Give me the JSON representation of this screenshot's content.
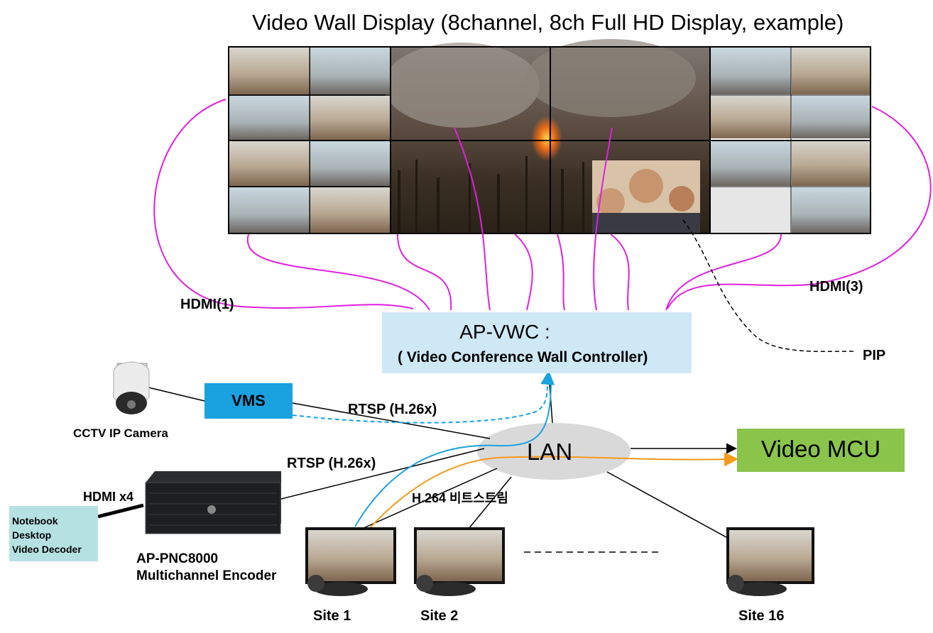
{
  "title": "Video Wall Display (8channel, 8ch Full HD Display, example)",
  "controller": {
    "name": "AP-VWC :",
    "subtitle": "( Video Conference Wall Controller)"
  },
  "labels": {
    "hdmi1": "HDMI(1)",
    "hdmi3": "HDMI(3)",
    "pip": "PIP",
    "rtsp_top": "RTSP (H.26x)",
    "rtsp_bottom": "RTSP (H.26x)",
    "h264": "H.264 비트스트림",
    "hdmi_x4": "HDMI x4",
    "lan": "LAN",
    "vms": "VMS",
    "mcu": "Video MCU",
    "cctv": "CCTV IP Camera"
  },
  "encoder": {
    "line1": "AP-PNC8000",
    "line2": "Multichannel Encoder"
  },
  "notebook": {
    "line1": "Notebook",
    "line2": "Desktop",
    "line3": "Video Decoder"
  },
  "sites": {
    "site1": "Site 1",
    "site2": "Site 2",
    "site16": "Site 16"
  },
  "colors": {
    "hdmi_line": "#e020e0",
    "rtsp_blue": "#1aa1e0",
    "h264_orange": "#f59a1b",
    "controller_fill": "#cfe8f6",
    "mcu_fill": "#8ac44a",
    "vms_fill": "#1aa1e0",
    "notebook_fill": "#b6e1e3",
    "lan_fill": "#d9d9d9"
  }
}
